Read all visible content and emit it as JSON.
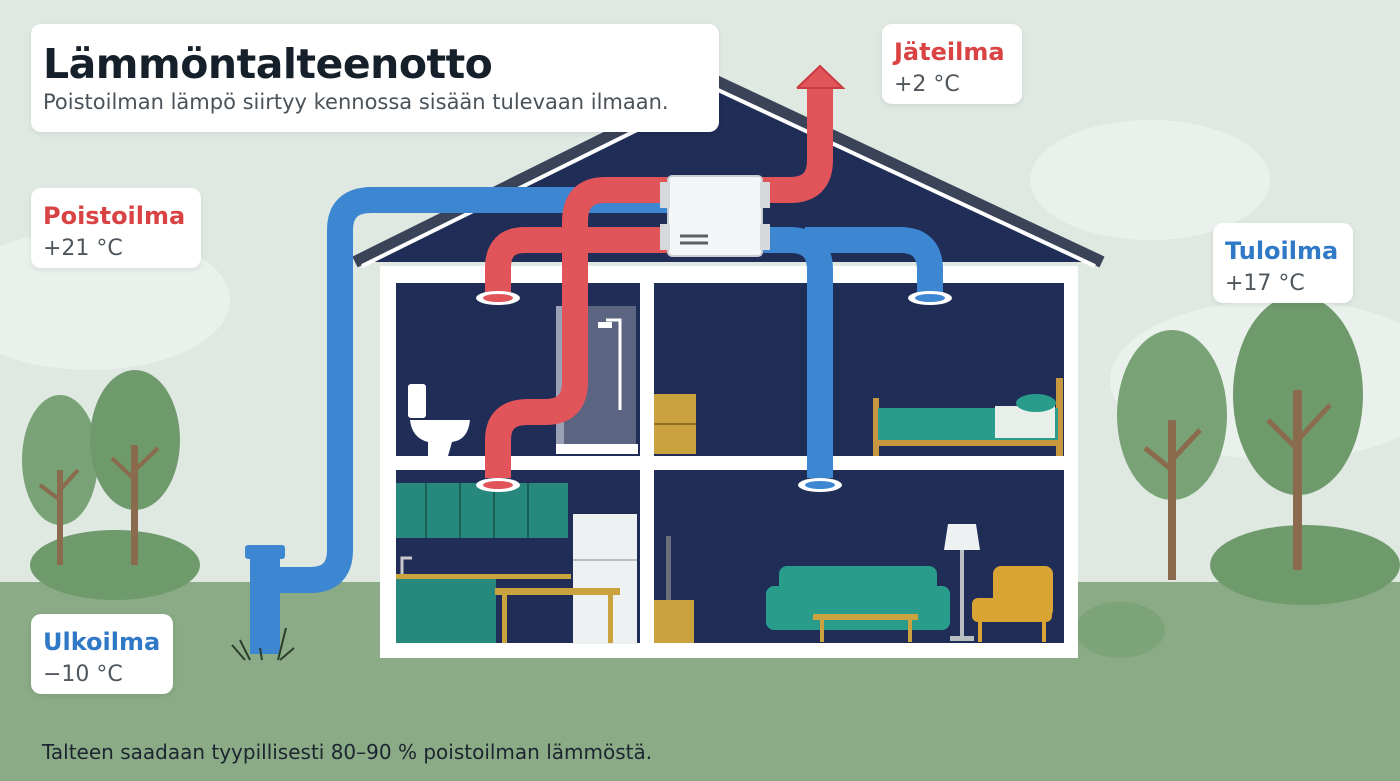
{
  "header": {
    "title": "Lämmöntalteenotto",
    "subtitle": "Poistoilman lämpö siirtyy kennossa sisään tulevaan ilmaan."
  },
  "labels": {
    "exhaust": {
      "name": "Poistoilma",
      "temp": "+21 °C"
    },
    "waste": {
      "name": "Jäteilma",
      "temp": "+2 °C"
    },
    "supply": {
      "name": "Tuloilma",
      "temp": "+17 °C"
    },
    "outdoor": {
      "name": "Ulkoilma",
      "temp": "−10 °C"
    }
  },
  "footer": {
    "note": "Talteen saadaan tyypillisesti 80–90 % poistoilman lämmöstä."
  },
  "colors": {
    "warm_duct": "#e0545a",
    "cold_duct": "#3d86d1",
    "interior": "#1f2d57",
    "wall": "#ffffff",
    "ground": "#8aab86",
    "tree": "#6f9a6c",
    "sky": "#dfe9e2"
  },
  "icons": [
    "toilet-icon",
    "shower-icon",
    "bed-icon",
    "sofa-icon",
    "armchair-icon",
    "floor-lamp-icon",
    "tv-icon",
    "fridge-icon",
    "heat-recovery-unit-icon",
    "exhaust-arrow-icon",
    "tree-icon",
    "grass-icon"
  ]
}
